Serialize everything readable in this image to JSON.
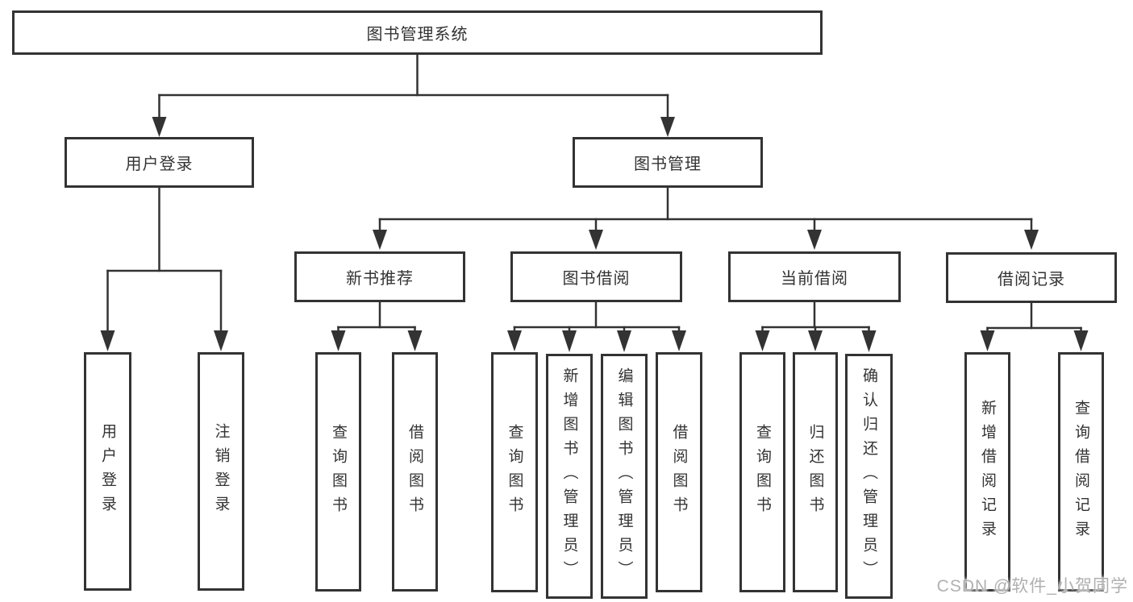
{
  "colors": {
    "line": "#333333",
    "box_border": "#333333",
    "text": "#333333",
    "watermark_text": "#b0b0b0",
    "background": "#ffffff"
  },
  "watermark": {
    "text": "CSDN @软件_小贺同学"
  },
  "tree": {
    "root": {
      "label": "图书管理系统"
    },
    "branches": [
      {
        "label": "用户登录",
        "children": [
          {
            "label": "用户登录"
          },
          {
            "label": "注销登录"
          }
        ]
      },
      {
        "label": "图书管理",
        "children": [
          {
            "label": "新书推荐",
            "children": [
              {
                "label": "查询图书"
              },
              {
                "label": "借阅图书"
              }
            ]
          },
          {
            "label": "图书借阅",
            "children": [
              {
                "label": "查询图书"
              },
              {
                "label": "新增图书（管理员）"
              },
              {
                "label": "编辑图书（管理员）"
              },
              {
                "label": "借阅图书"
              }
            ]
          },
          {
            "label": "当前借阅",
            "children": [
              {
                "label": "查询图书"
              },
              {
                "label": "归还图书"
              },
              {
                "label": "确认归还（管理员）"
              }
            ]
          },
          {
            "label": "借阅记录",
            "children": [
              {
                "label": "新增借阅记录"
              },
              {
                "label": "查询借阅记录"
              }
            ]
          }
        ]
      }
    ]
  }
}
